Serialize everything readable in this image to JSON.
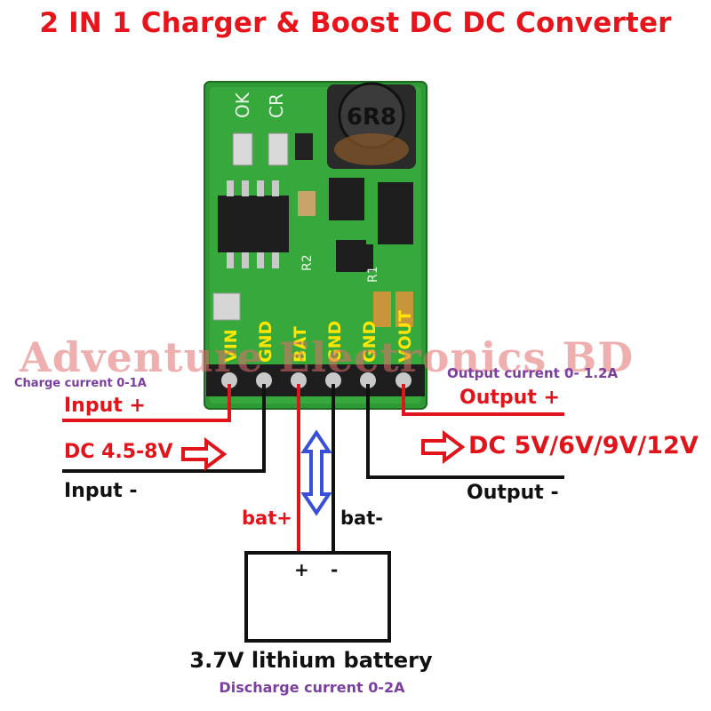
{
  "title": "2 IN 1 Charger & Boost DC DC Converter",
  "watermark": "Adventure Electronics BD",
  "board": {
    "silk_top": [
      "OK",
      "CR"
    ],
    "inductor_marking": "6R8",
    "resistor_labels": [
      "R2",
      "R1"
    ],
    "pins": [
      "VIN",
      "GND",
      "BAT",
      "GND",
      "GND",
      "VOUT"
    ]
  },
  "left": {
    "charge_current": "Charge current 0-1A",
    "input_plus": "Input +",
    "dc_in": "DC 4.5-8V",
    "input_minus": "Input -"
  },
  "right": {
    "output_current": "Output current 0- 1.2A",
    "output_plus": "Output +",
    "dc_out": "DC 5V/6V/9V/12V",
    "output_minus": "Output -"
  },
  "battery": {
    "bat_plus": "bat+",
    "bat_minus": "bat-",
    "plus_sign": "+",
    "minus_sign": "-",
    "label": "3.7V lithium battery",
    "discharge": "Discharge current 0-2A"
  },
  "colors": {
    "title": "#e8141b",
    "pcb": "#2f9a35",
    "wire_red": "#e0151b",
    "wire_black": "#111111",
    "arrow_blue": "#3a4fd8",
    "pin_label": "#ffe600"
  }
}
